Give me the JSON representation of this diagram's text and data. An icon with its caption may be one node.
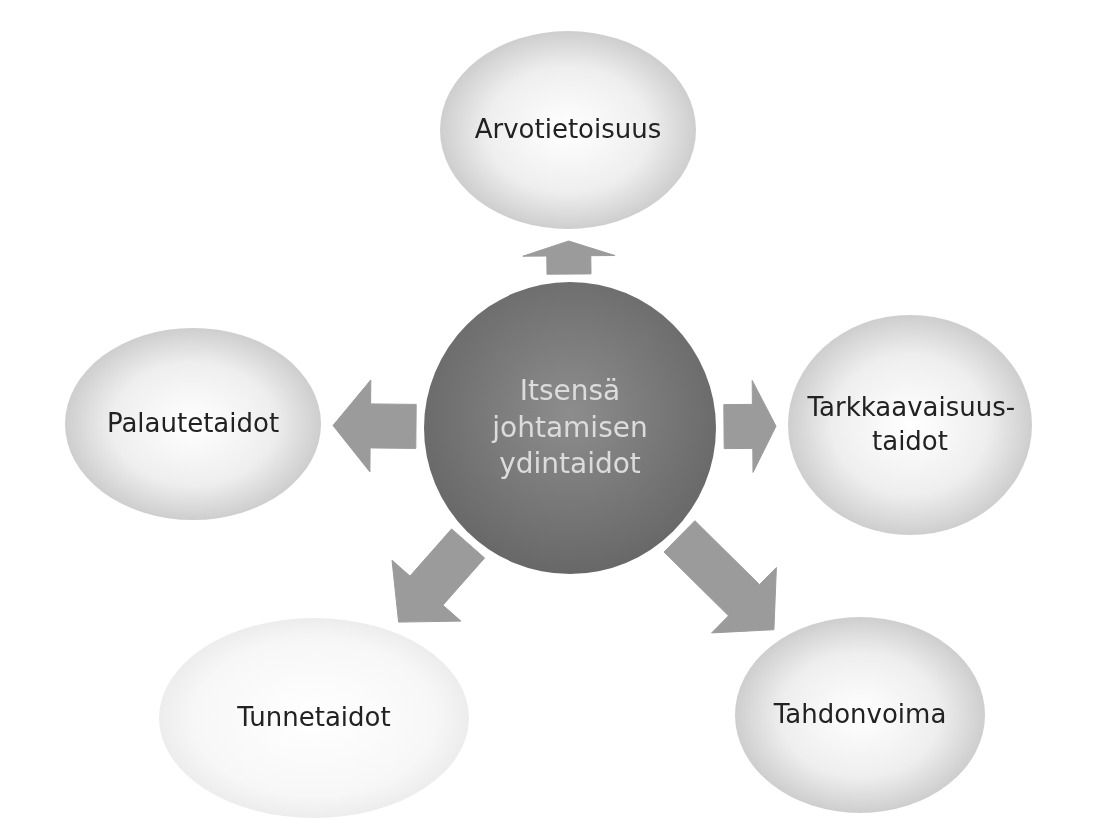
{
  "diagram": {
    "nodes": [
      {
        "text": [
          "Arvotietoisuus"
        ]
      },
      {
        "text": [
          "Palautetaidot"
        ]
      },
      {
        "text": [
          "Itsensä johtamisen ydintaidot"
        ]
      },
      {
        "text": [
          "Tarkkaavaisuus-taidot"
        ]
      },
      {
        "text": [
          "Tunnetaidot"
        ]
      },
      {
        "text": [
          "Tahdonvoima"
        ]
      }
    ],
    "edges": [
      {
        "from": 2,
        "to": 0,
        "arrow": "to"
      },
      {
        "from": 2,
        "to": 1,
        "arrow": "to"
      },
      {
        "from": 2,
        "to": 3,
        "arrow": "to"
      },
      {
        "from": 2,
        "to": 4,
        "arrow": "to"
      },
      {
        "from": 2,
        "to": 5,
        "arrow": "to"
      }
    ]
  }
}
